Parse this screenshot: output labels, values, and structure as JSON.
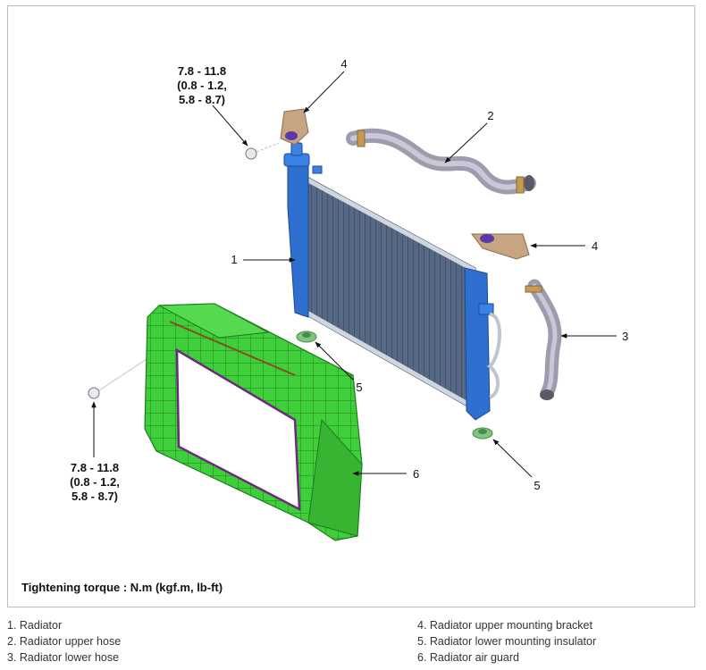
{
  "torque_upper": [
    "7.8 - 11.8",
    "(0.8 - 1.2,",
    "5.8 - 8.7)"
  ],
  "torque_lower": [
    "7.8 - 11.8",
    "(0.8 - 1.2,",
    "5.8 - 8.7)"
  ],
  "callouts": {
    "c1": "1",
    "c2": "2",
    "c3": "3",
    "c4a": "4",
    "c4b": "4",
    "c5a": "5",
    "c5b": "5",
    "c6": "6"
  },
  "note": "Tightening torque : N.m (kgf.m, lb-ft)",
  "legend_left": [
    "1. Radiator",
    "2. Radiator upper hose",
    "3. Radiator lower hose"
  ],
  "legend_right": [
    "4. Radiator upper mounting bracket",
    "5. Radiator lower mounting insulator",
    "6. Radiator air guard"
  ],
  "colors": {
    "radiator_core": "#4a5a72",
    "radiator_tank": "#2f6fd0",
    "air_guard": "#3fcf3a",
    "hose": "#a9a9b8",
    "bracket": "#c7a582",
    "insulator": "#7fc57f"
  }
}
